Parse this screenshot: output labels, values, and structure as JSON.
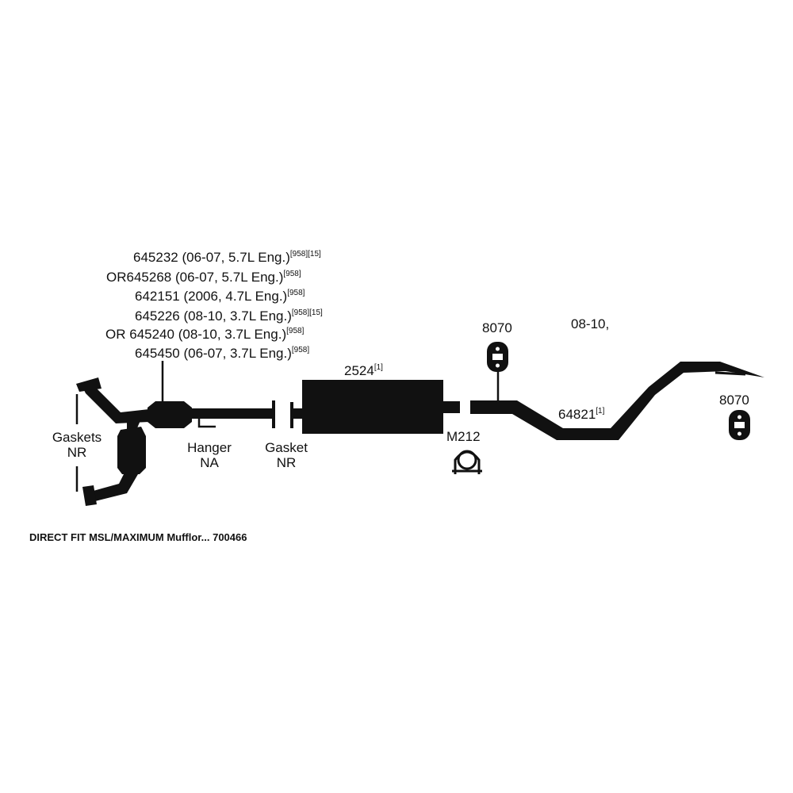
{
  "cat_options": [
    {
      "prefix": "",
      "part": "645232",
      "detail": "(06-07, 5.7L Eng.)",
      "notes": "[958][15]"
    },
    {
      "prefix": "OR",
      "part": "645268",
      "detail": "(06-07, 5.7L Eng.)",
      "notes": "[958]"
    },
    {
      "prefix": "",
      "part": "642151",
      "detail": "(2006, 4.7L Eng.)",
      "notes": "[958]"
    },
    {
      "prefix": "",
      "part": "645226",
      "detail": "(08-10, 3.7L Eng.)",
      "notes": "[958][15]"
    },
    {
      "prefix": "OR",
      "part": "645240",
      "detail": "(08-10, 3.7L Eng.)",
      "notes": "[958]"
    },
    {
      "prefix": "",
      "part": "645450",
      "detail": "(06-07, 3.7L Eng.)",
      "notes": "[958]"
    }
  ],
  "muffler": {
    "part": "2524",
    "note": "[1]"
  },
  "tailpipe": {
    "part": "64821",
    "note": "[1]",
    "years": "08-10,"
  },
  "hanger_front": {
    "part": "8070"
  },
  "hanger_rear": {
    "part": "8070"
  },
  "clamp": {
    "part": "M212"
  },
  "gaskets_label": {
    "line1": "Gaskets",
    "line2": "NR"
  },
  "hanger_label": {
    "line1": "Hanger",
    "line2": "NA"
  },
  "gasket_label": {
    "line1": "Gasket",
    "line2": "NR"
  },
  "footer": "DIRECT FIT MSL/MAXIMUM Mufflor... 700466",
  "colors": {
    "ink": "#111111",
    "background": "#ffffff"
  }
}
